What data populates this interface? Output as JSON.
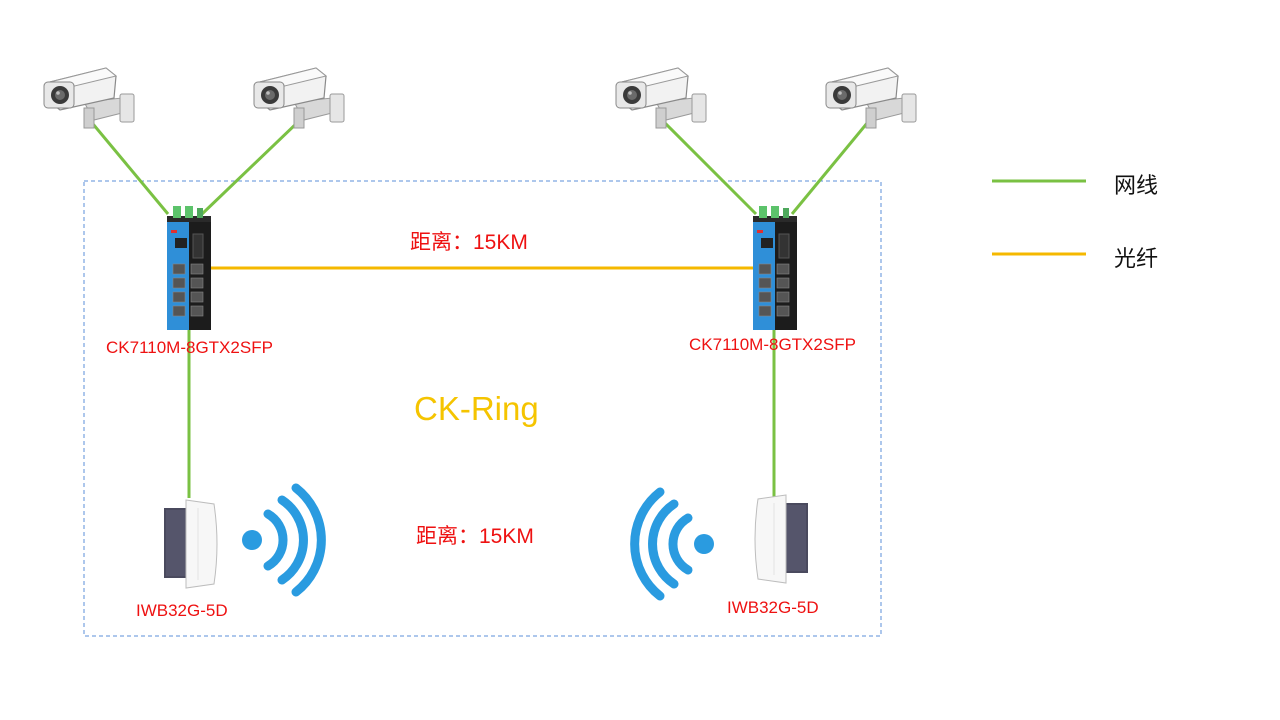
{
  "colors": {
    "cable": "#7ac143",
    "fiber": "#f5b800",
    "ring_box": "#5b8fd9",
    "label_red": "#ee1111",
    "ring_text": "#f5c400",
    "switch_blue": "#2f8fd8",
    "wifi_blue": "#2a9be0"
  },
  "legend": {
    "cable_label": "网线",
    "fiber_label": "光纤"
  },
  "ring_label": "CK-Ring",
  "switches": [
    {
      "model": "CK7110M-8GTX2SFP"
    },
    {
      "model": "CK7110M-8GTX2SFP"
    }
  ],
  "access_points": [
    {
      "model": "IWB32G-5D"
    },
    {
      "model": "IWB32G-5D"
    }
  ],
  "links": {
    "fiber_distance": "距离：15KM",
    "wireless_distance": "距离：15KM"
  },
  "icons": {
    "camera": "cctv-camera-icon",
    "switch": "industrial-switch-icon",
    "bridge": "wireless-bridge-icon",
    "wifi": "wifi-signal-icon"
  }
}
